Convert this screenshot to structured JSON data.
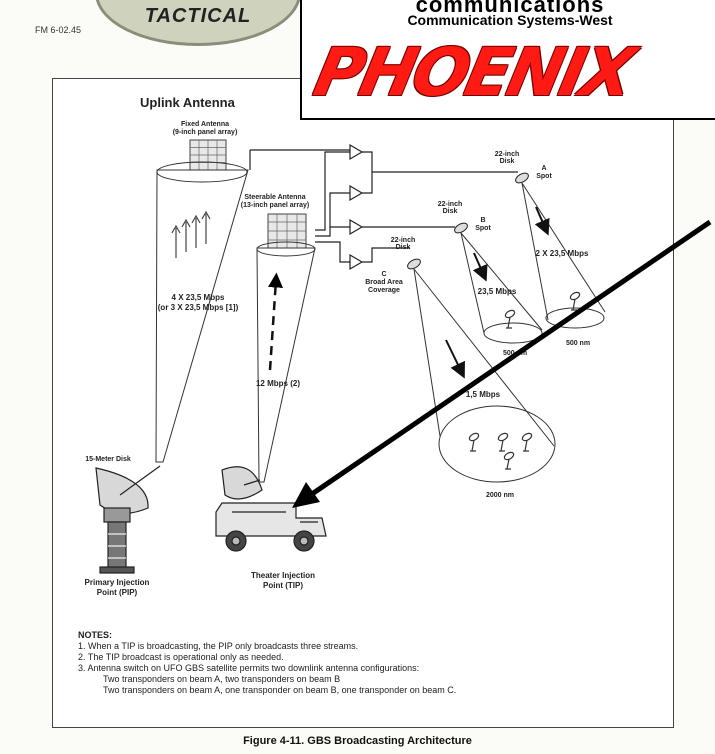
{
  "header": {
    "doc_id": "FM 6-02.45"
  },
  "badge": {
    "text": "TACTICAL"
  },
  "logo": {
    "line1": "communications",
    "line2": "Communication  Systems-West",
    "wordmark": "PHOENIX",
    "wordmark_color": "#ff1a14"
  },
  "diagram": {
    "uplink_title": "Uplink Antenna",
    "fixed_antenna_l1": "Fixed Antenna",
    "fixed_antenna_l2": "(9-inch panel array)",
    "steerable_antenna_l1": "Steerable Antenna",
    "steerable_antenna_l2": "(13-inch panel array)",
    "uplink_rate_l1": "4 X 23,5 Mbps",
    "uplink_rate_l2": "(or 3 X 23,5 Mbps [1])",
    "tip_rate": "12 Mbps (2)",
    "disk_a_l1": "22-inch",
    "disk_a_l2": "Disk",
    "spot_a_l1": "A",
    "spot_a_l2": "Spot",
    "disk_b_l1": "22-inch",
    "disk_b_l2": "Disk",
    "spot_b_l1": "B",
    "spot_b_l2": "Spot",
    "disk_c_l1": "22-inch",
    "disk_c_l2": "Disk",
    "beam_c_l1": "C",
    "beam_c_l2": "Broad Area",
    "beam_c_l3": "Coverage",
    "rate_a": "2 X 23,5 Mbps",
    "rate_b": "23,5 Mbps",
    "rate_c": "1,5 Mbps",
    "spot_b_size": "500 nm",
    "spot_a_size": "500 nm",
    "broad_size": "2000 nm",
    "pip_disk": "15-Meter Disk",
    "pip_l1": "Primary Injection",
    "pip_l2": "Point (PIP)",
    "tip_l1": "Theater Injection",
    "tip_l2": "Point (TIP)"
  },
  "notes": {
    "title": "NOTES:",
    "n1": "1. When a TIP is broadcasting, the PIP only broadcasts three streams.",
    "n2": "2. The TIP broadcast is operational only as needed.",
    "n3": "3. Antenna switch on UFO GBS satellite permits two downlink antenna configurations:",
    "n3a": "Two transponders on beam A, two transponders on beam B",
    "n3b": "Two transponders on beam A, one transponder on beam B, one transponder on beam C."
  },
  "caption": "Figure 4-11. GBS Broadcasting Architecture"
}
